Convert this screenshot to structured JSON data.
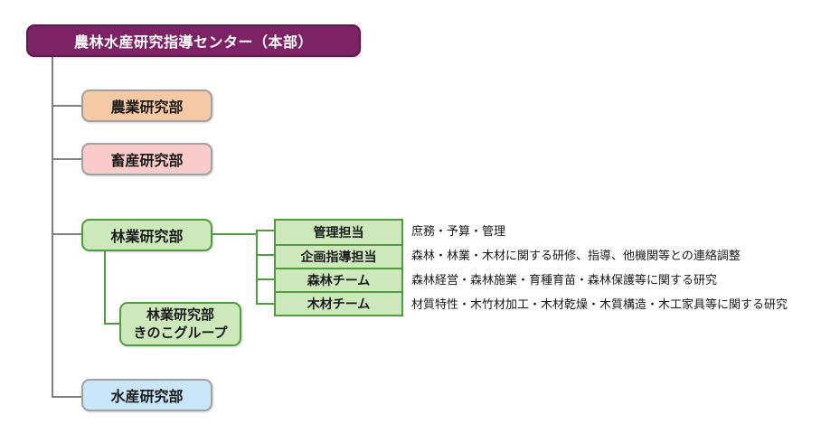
{
  "root": {
    "label": "農林水産研究指導センター（本部）"
  },
  "departments": [
    {
      "id": "agriculture",
      "label": "農業研究部"
    },
    {
      "id": "livestock",
      "label": "畜産研究部"
    },
    {
      "id": "forestry",
      "label": "林業研究部"
    },
    {
      "id": "fisheries",
      "label": "水産研究部"
    }
  ],
  "forestry_subgroup": {
    "label": "林業研究部\nきのこグループ"
  },
  "forestry_teams": [
    {
      "label": "管理担当",
      "description": "庶務・予算・管理"
    },
    {
      "label": "企画指導担当",
      "description": "森林・林業・木材に関する研修、指導、他機関等との連絡調整"
    },
    {
      "label": "森林チーム",
      "description": "森林経営・森林施業・育種育苗・森林保護等に関する研究"
    },
    {
      "label": "木材チーム",
      "description": "材質特性・木竹材加工・木材乾燥・木質構造・木工家具等に関する研究"
    }
  ],
  "colors": {
    "root_fill": "#7D2365",
    "root_border": "#5E1A4C",
    "root_text": "#FFFFFF",
    "agriculture_fill": "#F5C9A5",
    "livestock_fill": "#FACBCB",
    "forestry_fill": "#CDE9BC",
    "forestry_border": "#4F9D3F",
    "fisheries_fill": "#C9E5F8",
    "gray_box_border": "#A1A1A1",
    "gray_connector": "#808080"
  }
}
